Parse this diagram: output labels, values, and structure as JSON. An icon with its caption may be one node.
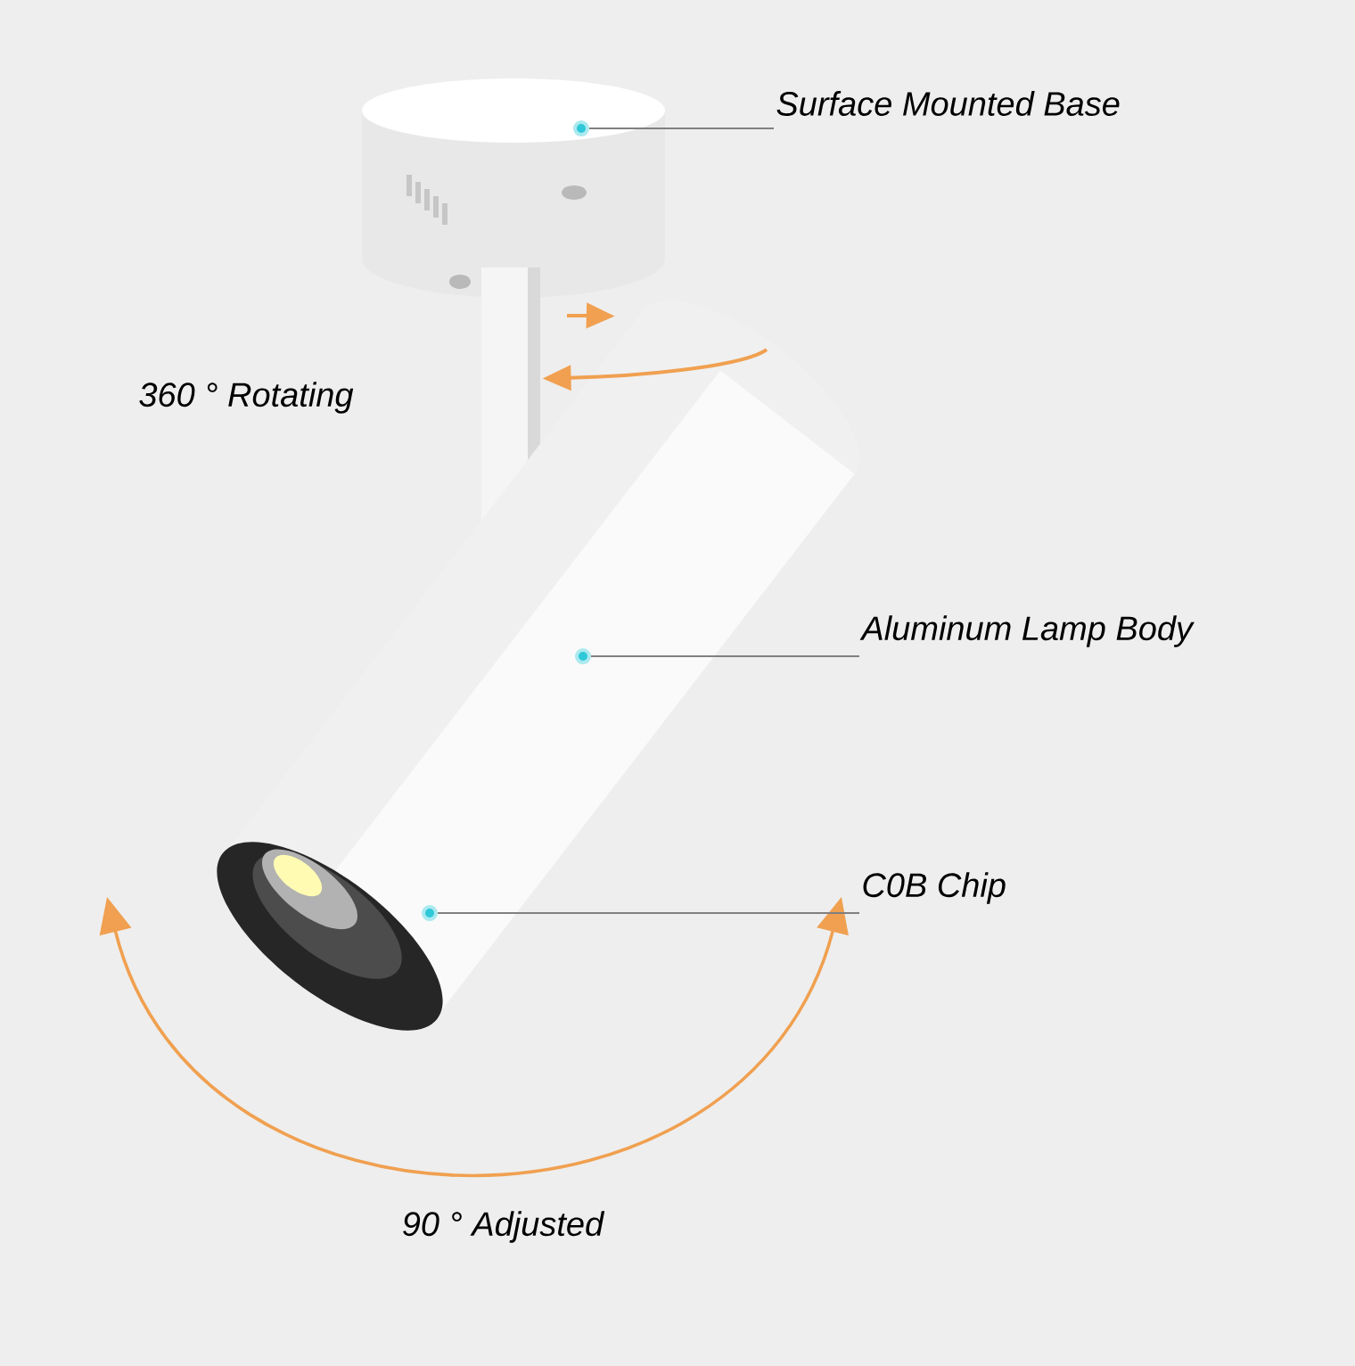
{
  "diagram": {
    "nodes": [
      {
        "text": [
          "Surface Mounted Base"
        ]
      },
      {
        "text": [],
        "shape": "circle"
      },
      {
        "text": [
          "Aluminum Lamp Body"
        ]
      },
      {
        "text": [],
        "shape": "circle"
      },
      {
        "text": [
          "C0B Chip"
        ]
      },
      {
        "text": [],
        "shape": "circle"
      }
    ],
    "edges": [
      {
        "from": 0,
        "to": 1,
        "arrow": "none"
      },
      {
        "from": 2,
        "to": 3,
        "arrow": "none"
      },
      {
        "from": 4,
        "to": 5,
        "arrow": "none"
      }
    ],
    "labels": [
      "360 ° Rotating",
      "90 ° Adjusted"
    ]
  }
}
